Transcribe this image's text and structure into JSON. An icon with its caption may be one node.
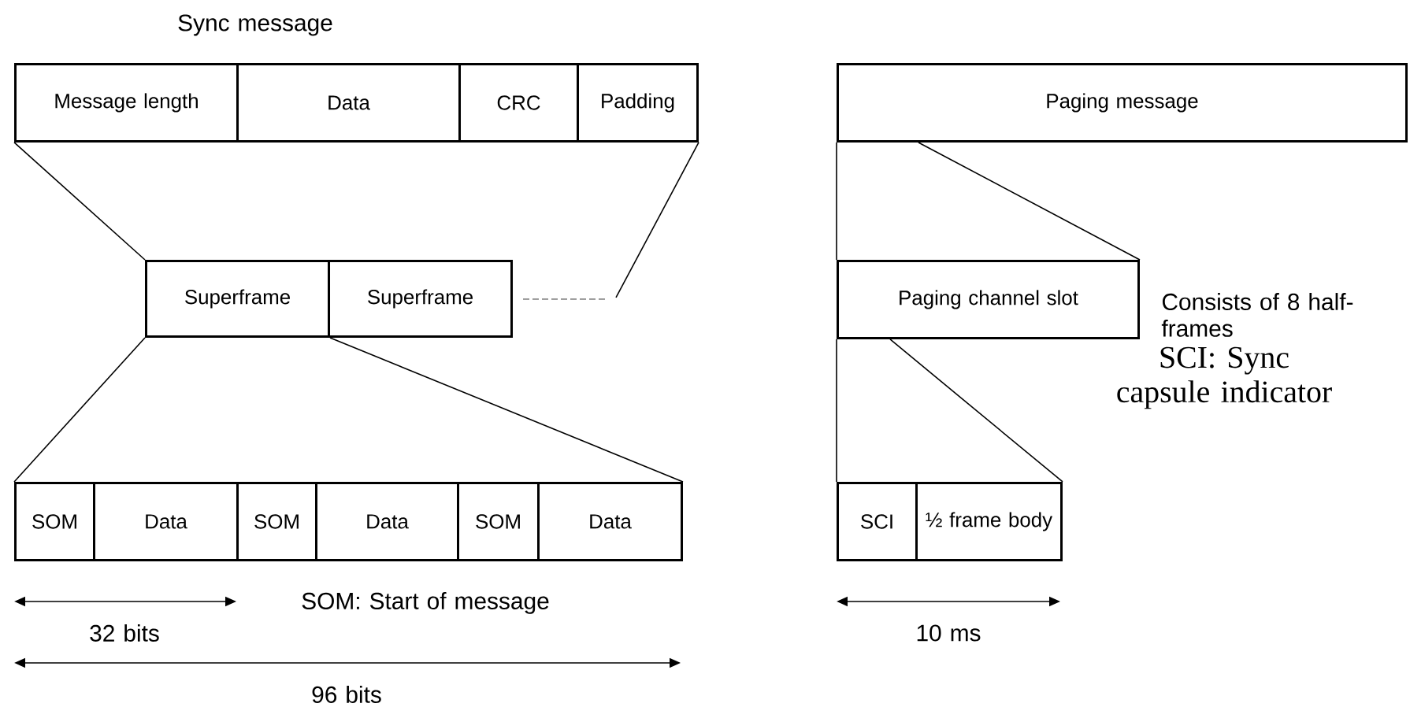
{
  "diagram": {
    "nodes": [
      {
        "text": [
          "Message length"
        ]
      },
      {
        "text": [
          "Data"
        ]
      },
      {
        "text": [
          "CRC"
        ]
      },
      {
        "text": [
          "Padding"
        ]
      },
      {
        "text": [
          "Superframe"
        ]
      },
      {
        "text": [
          "Superframe"
        ]
      },
      {
        "text": [
          "SOM"
        ]
      },
      {
        "text": [
          "Data"
        ]
      },
      {
        "text": [
          "SOM"
        ]
      },
      {
        "text": [
          "Data"
        ]
      },
      {
        "text": [
          "SOM"
        ]
      },
      {
        "text": [
          "Data"
        ]
      },
      {
        "text": [
          "Paging message"
        ]
      },
      {
        "text": [
          "Paging channel slot"
        ]
      },
      {
        "text": [
          "SCI"
        ]
      },
      {
        "text": [
          "½ frame body"
        ]
      }
    ],
    "edges": [
      {
        "from": 0,
        "to": 4,
        "arrow": "none"
      },
      {
        "from": 3,
        "to": null,
        "arrow": "none"
      },
      {
        "from": 4,
        "to": 6,
        "arrow": "none"
      },
      {
        "from": 4,
        "to": 11,
        "arrow": "none"
      },
      {
        "from": 12,
        "to": 13,
        "arrow": "none"
      },
      {
        "from": 12,
        "to": 13,
        "arrow": "none"
      },
      {
        "from": 13,
        "to": 14,
        "arrow": "none"
      },
      {
        "from": 13,
        "to": 15,
        "arrow": "none"
      }
    ],
    "labels": [
      "Sync message",
      "Consists of 8 half-frames",
      "SCI: Sync capsule indicator",
      "32 bits",
      "SOM: Start of message",
      "10 ms",
      "96 bits"
    ]
  }
}
